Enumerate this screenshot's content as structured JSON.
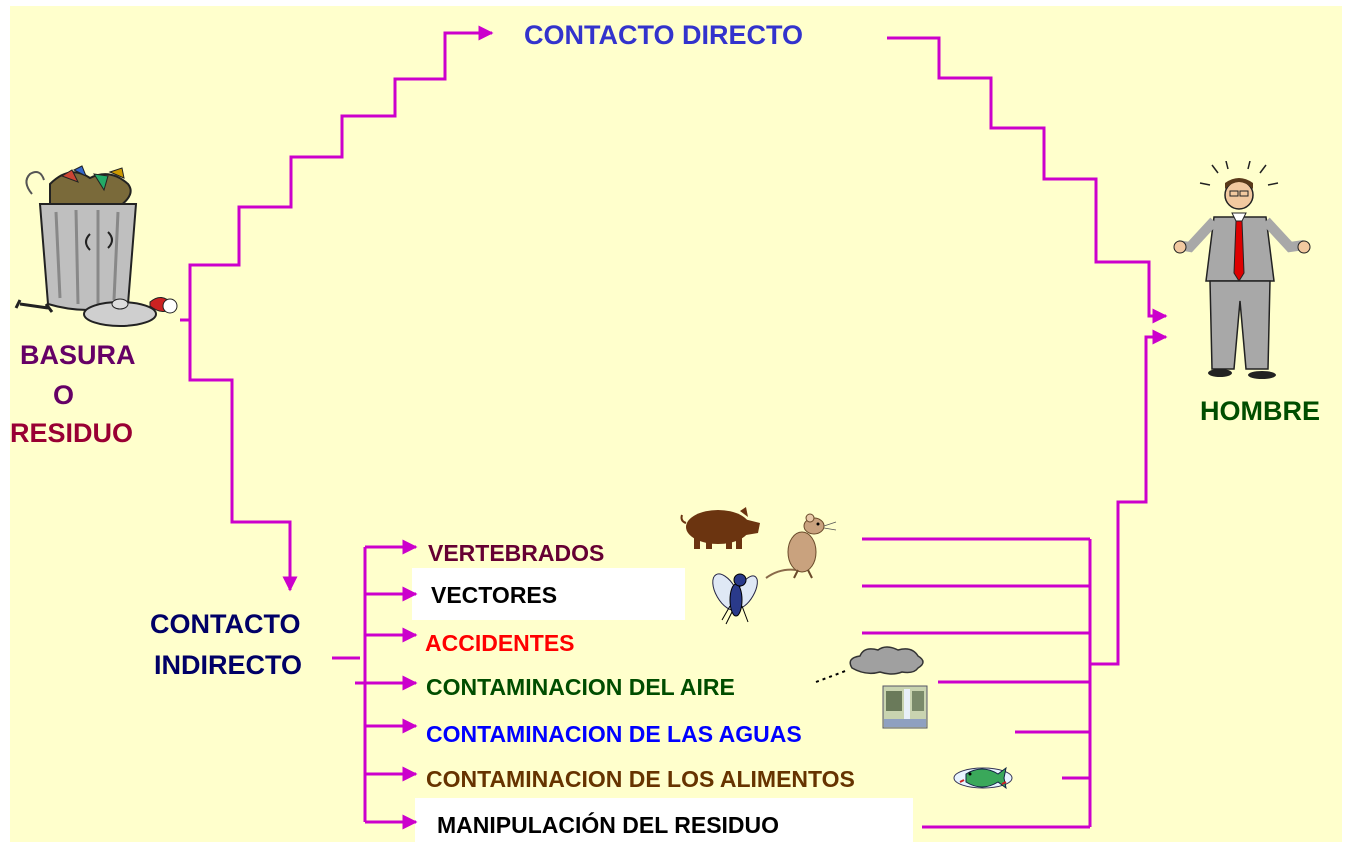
{
  "colors": {
    "background": "#ffffcc",
    "connector": "#cc00cc",
    "directo": "#3333cc",
    "basura_line1": "#660066",
    "basura_line3": "#990033",
    "hombre": "#004d00",
    "indirecto": "#000066"
  },
  "labels": {
    "directo": "CONTACTO DIRECTO",
    "basura_1": "BASURA",
    "basura_2": "O",
    "basura_3": "RESIDUO",
    "hombre": "HOMBRE",
    "indirecto_1": "CONTACTO",
    "indirecto_2": "INDIRECTO"
  },
  "items": [
    {
      "label": "VERTEBRADOS",
      "color": "#660033",
      "boxed": false
    },
    {
      "label": "VECTORES",
      "color": "#000000",
      "boxed": true
    },
    {
      "label": "ACCIDENTES",
      "color": "#ff0000",
      "boxed": false
    },
    {
      "label": "CONTAMINACION DEL AIRE",
      "color": "#004d00",
      "boxed": false
    },
    {
      "label": "CONTAMINACION DE LAS AGUAS",
      "color": "#0000ff",
      "boxed": false
    },
    {
      "label": "CONTAMINACION DE LOS ALIMENTOS",
      "color": "#663300",
      "boxed": false
    },
    {
      "label": "MANIPULACIÓN DEL RESIDUO",
      "color": "#000000",
      "boxed": true
    }
  ],
  "clipart": [
    "trash-can-icon",
    "man-icon",
    "pig-icon",
    "rat-icon",
    "fly-icon",
    "smoke-cloud-icon",
    "waterfall-icon",
    "fish-plate-icon"
  ]
}
